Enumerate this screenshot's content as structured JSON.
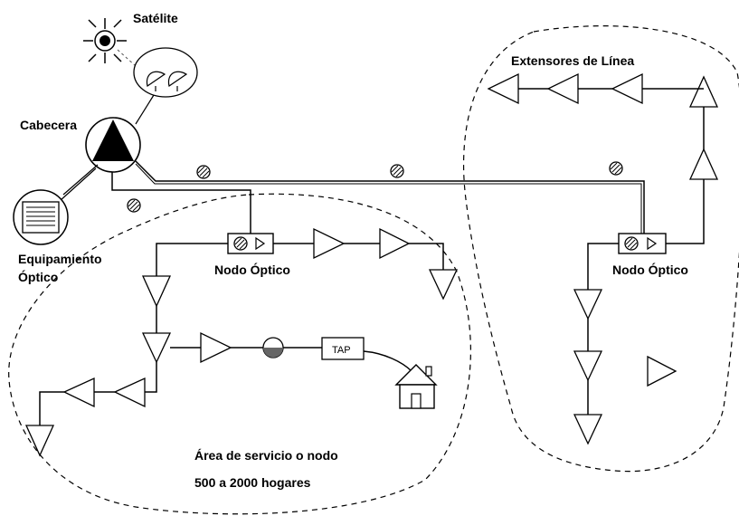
{
  "labels": {
    "satellite": "Satélite",
    "headend": "Cabecera",
    "optical_equipment_line1": "Equipamiento",
    "optical_equipment_line2": "Óptico",
    "line_extenders": "Extensores de Línea",
    "optical_node_left": "Nodo Óptico",
    "optical_node_right": "Nodo Óptico",
    "tap": "TAP",
    "service_area": "Área de servicio o nodo",
    "homes": "500 a 2000 hogares"
  }
}
